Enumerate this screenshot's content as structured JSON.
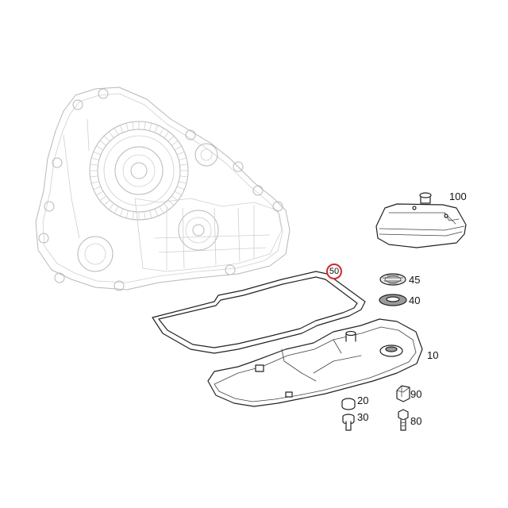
{
  "callouts": {
    "p100": "100",
    "p50": "50",
    "p45": "45",
    "p40": "40",
    "p10": "10",
    "p20": "20",
    "p30": "30",
    "p90": "90",
    "p80": "80"
  },
  "colors": {
    "highlight_ring": "#d22a2a",
    "line": "#222222",
    "ghost_line": "#b8b8b8"
  }
}
